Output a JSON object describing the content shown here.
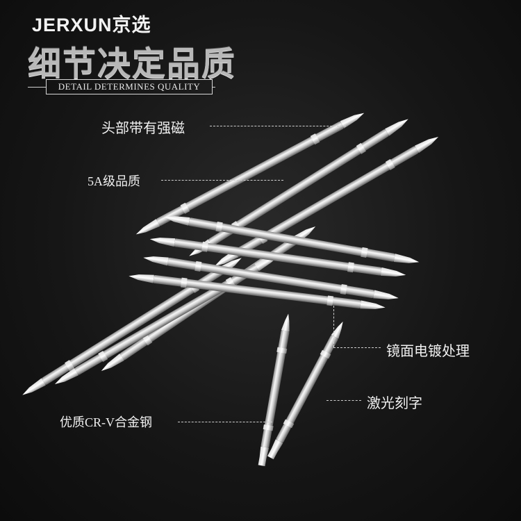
{
  "brand": {
    "logo_text": "JERXUN京选"
  },
  "header": {
    "title": "细节决定品质",
    "subtitle": "DETAIL DETERMINES QUALITY"
  },
  "callouts": {
    "magnet": "头部带有强磁",
    "grade": "5A级品质",
    "mirror": "镜面电镀处理",
    "laser": "激光刻字",
    "steel": "优质CR-V合金钢"
  },
  "colors": {
    "background": "#141414",
    "text": "#f0f0f0",
    "metal_light": "#f4f4f4",
    "metal_dark": "#6e6e6e"
  }
}
